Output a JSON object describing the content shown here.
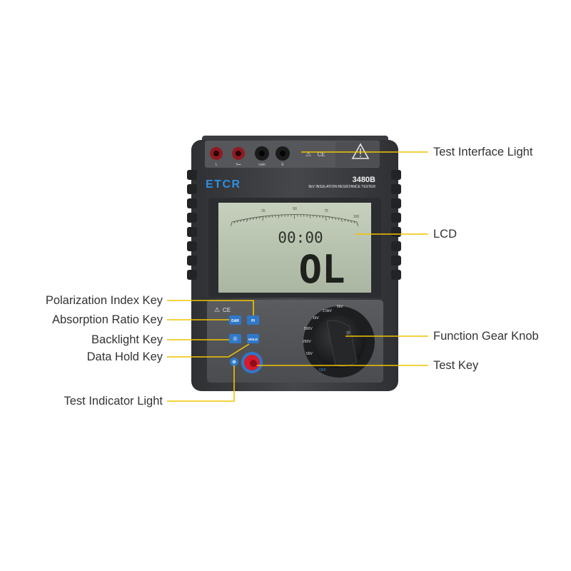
{
  "device": {
    "brand": "ETCR",
    "model": "3480B",
    "subtitle": "5kV INSULATION RESISTANCE TESTER",
    "terminals": [
      "L",
      "V⎓",
      "com",
      "E"
    ],
    "warning_symbol": "⚠",
    "ce_mark": "CE",
    "lcd": {
      "scale_ticks": [
        "25",
        "50",
        "75",
        "100"
      ],
      "small_digits": "00:00",
      "main_readout": "OL"
    },
    "keys": {
      "dar": "DAR",
      "pi": "PI",
      "backlight": "☼",
      "hold": "HOLD"
    },
    "knob_ranges": [
      "2.5kV",
      "5kV",
      "1kV",
      "500V",
      "250V",
      "50V",
      "OFF"
    ]
  },
  "callouts": {
    "test_interface_light": "Test Interface Light",
    "lcd": "LCD",
    "polarization_index_key": "Polarization Index Key",
    "absorption_ratio_key": "Absorption Ratio Key",
    "backlight_key": "Backlight Key",
    "data_hold_key": "Data Hold Key",
    "function_gear_knob": "Function Gear Knob",
    "test_key": "Test Key",
    "test_indicator_light": "Test Indicator Light"
  },
  "colors": {
    "leader_line": "#f2c300",
    "body": "#3a3c3f",
    "lcd_bg": "#b9c4b0",
    "test_key": "#d41b2c",
    "key_blue": "#2f78c9"
  }
}
